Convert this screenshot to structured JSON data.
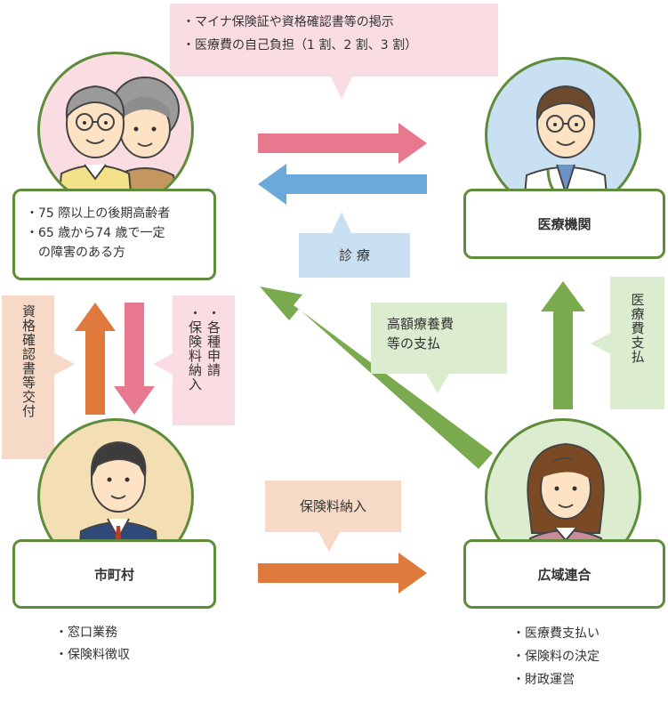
{
  "top_notice": {
    "items": [
      "・マイナ保険証や資格確認書等の掲示",
      "・医療費の自己負担（1 割、2 割、3 割）"
    ]
  },
  "patients": {
    "items": [
      "・75 際以上の後期高齢者",
      "・65 歳から74 歳で一定",
      "　の障害のある方"
    ]
  },
  "hospital": {
    "label": "医療機関"
  },
  "shinryo": {
    "label": "診 療"
  },
  "kougaku": {
    "line1": "高額療養費",
    "line2": "等の支払"
  },
  "iryouhi_shiharai": {
    "label": "医療費支払"
  },
  "shikaku": {
    "label": "資格確認書等交付"
  },
  "shinsei": {
    "col1": "・各種申請",
    "col2": "・保険料納入"
  },
  "municipality": {
    "label": "市町村",
    "duties": [
      "・窓口業務",
      "・保険料徴収"
    ]
  },
  "premium": {
    "label": "保険料納入"
  },
  "union": {
    "label": "広域連合",
    "duties": [
      "・医療費支払い",
      "・保険料の決定",
      "・財政運営"
    ]
  },
  "colors": {
    "green": "#5d8c3a",
    "arrow_green": "#7aaa4e",
    "pink_arrow": "#e8788e",
    "blue_arrow": "#6aaad8",
    "orange_arrow": "#e07a3c",
    "pink_bg": "#f9dde2",
    "blue_bg": "#c8e0f2",
    "green_bg": "#dcedcf",
    "orange_bg": "#f6d9c6"
  }
}
